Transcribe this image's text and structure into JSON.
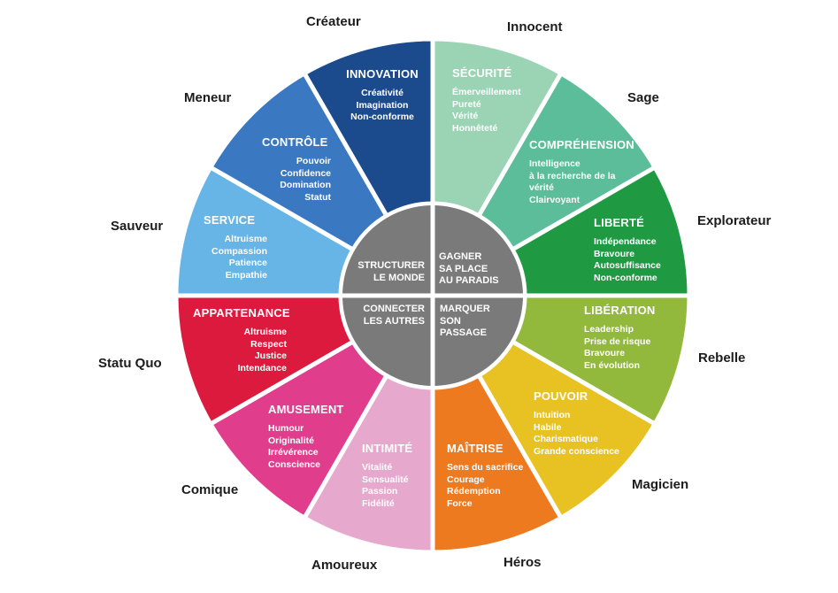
{
  "archetypes": {
    "createur": "Créateur",
    "innocent": "Innocent",
    "sage": "Sage",
    "explorateur": "Explorateur",
    "rebelle": "Rebelle",
    "magicien": "Magicien",
    "heros": "Héros",
    "amoureux": "Amoureux",
    "comique": "Comique",
    "statu_quo": "Statu Quo",
    "sauveur": "Sauveur",
    "meneur": "Meneur"
  },
  "segments": {
    "innovation": {
      "title": "INNOVATION",
      "items": [
        "Créativité",
        "Imagination",
        "Non-conforme"
      ],
      "color": "#1b4a8d"
    },
    "securite": {
      "title": "SÉCURITÉ",
      "items": [
        "Émerveillement",
        "Pureté",
        "Vérité",
        "Honnêteté"
      ],
      "color": "#9bd3b5"
    },
    "comprehension": {
      "title": "COMPRÉHENSION",
      "items": [
        "Intelligence",
        "à la recherche de la",
        "vérité",
        "Clairvoyant"
      ],
      "color": "#5bbd9a"
    },
    "liberte": {
      "title": "LIBERTÉ",
      "items": [
        "Indépendance",
        "Bravoure",
        "Autosuffisance",
        "Non-conforme"
      ],
      "color": "#1f9a43"
    },
    "liberation": {
      "title": "LIBÉRATION",
      "items": [
        "Leadership",
        "Prise de risque",
        "Bravoure",
        "En évolution"
      ],
      "color": "#93b93c"
    },
    "pouvoir": {
      "title": "POUVOIR",
      "items": [
        "Intuition",
        "Habile",
        "Charismatique",
        "Grande conscience"
      ],
      "color": "#e8c223"
    },
    "maitrise": {
      "title": "MAÎTRISE",
      "items": [
        "Sens du sacrifice",
        "Courage",
        "Rédemption",
        "Force"
      ],
      "color": "#ed7a1f"
    },
    "intimite": {
      "title": "INTIMITÉ",
      "items": [
        "Vitalité",
        "Sensualité",
        "Passion",
        "Fidélité"
      ],
      "color": "#e6a9cd"
    },
    "amusement": {
      "title": "AMUSEMENT",
      "items": [
        "Humour",
        "Originalité",
        "Irrévérence",
        "Conscience"
      ],
      "color": "#e03d8c"
    },
    "appartenance": {
      "title": "APPARTENANCE",
      "items": [
        "Altruisme",
        "Respect",
        "Justice",
        "Intendance"
      ],
      "color": "#dc1a3d"
    },
    "service": {
      "title": "SERVICE",
      "items": [
        "Altruisme",
        "Compassion",
        "Patience",
        "Empathie"
      ],
      "color": "#66b5e6"
    },
    "controle": {
      "title": "CONTRÔLE",
      "items": [
        "Pouvoir",
        "Confidence",
        "Domination",
        "Statut"
      ],
      "color": "#3a78c2"
    }
  },
  "center": {
    "top_left": [
      "STRUCTURER",
      "LE MONDE"
    ],
    "top_right": [
      "GAGNER",
      "SA PLACE",
      "AU PARADIS"
    ],
    "bottom_left": [
      "CONNECTER",
      "LES AUTRES"
    ],
    "bottom_right": [
      "MARQUER",
      "SON",
      "PASSAGE"
    ],
    "color": "#7a7a7a"
  }
}
